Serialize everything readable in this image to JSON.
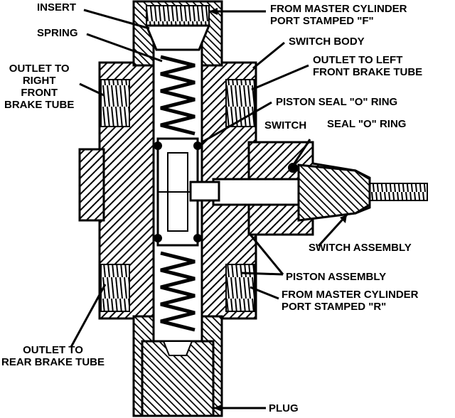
{
  "labels": {
    "insert": "INSERT",
    "spring": "SPRING",
    "from_master_f": "FROM MASTER CYLINDER\nPORT STAMPED \"F\"",
    "switch_body": "SWITCH BODY",
    "outlet_left_front": "OUTLET TO LEFT\nFRONT BRAKE TUBE",
    "outlet_right_front": "OUTLET TO\nRIGHT\nFRONT\nBRAKE TUBE",
    "piston_seal": "PISTON SEAL \"O\" RING",
    "switch_word": "SWITCH",
    "seal_o_ring": "SEAL \"O\" RING",
    "switch_assembly": "SWITCH ASSEMBLY",
    "piston_assembly": "PISTON ASSEMBLY",
    "from_master_r": "FROM MASTER CYLINDER\nPORT STAMPED \"R\"",
    "outlet_rear": "OUTLET TO\nREAR BRAKE TUBE",
    "plug": "PLUG"
  },
  "colors": {
    "ink": "#000000",
    "paper": "#ffffff"
  }
}
